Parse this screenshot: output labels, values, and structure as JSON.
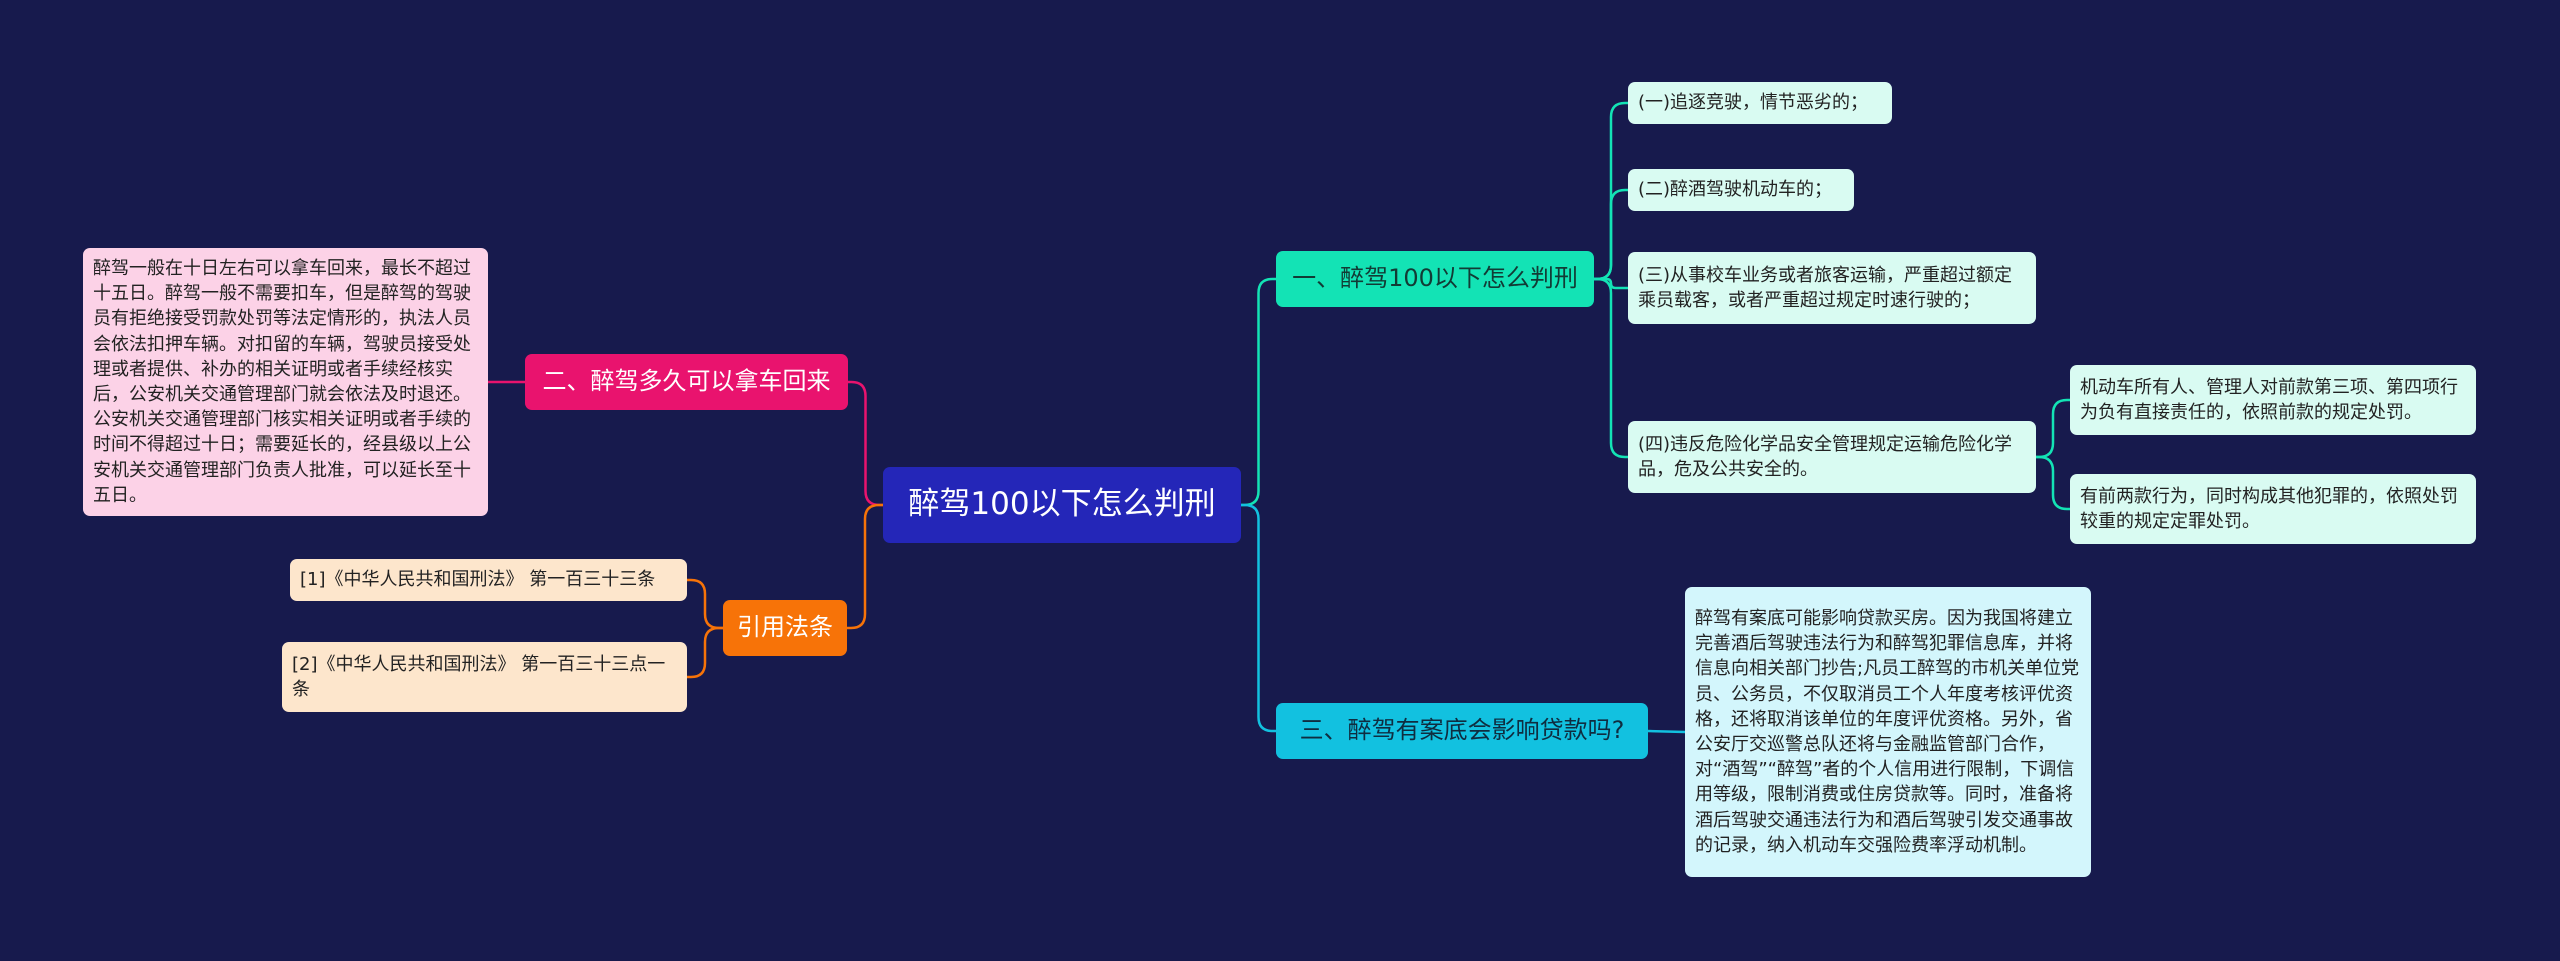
{
  "colors": {
    "background": "#171a4d",
    "root": "#2426b8",
    "branch_1": "#13e3b5",
    "branch_2": "#12c1e0",
    "branch_3": "#e9136e",
    "branch_4": "#f77308",
    "leaf_mint": "#d9fbf2",
    "leaf_cyan": "#d3f6fc",
    "leaf_pink": "#fcd2e7",
    "leaf_peach": "#fde6cc"
  },
  "root": {
    "label": "醉驾100以下怎么判刑"
  },
  "branch_1": {
    "label": "一、醉驾100以下怎么判刑",
    "items": [
      "(一)追逐竞驶，情节恶劣的；",
      "(二)醉酒驾驶机动车的；",
      "(三)从事校车业务或者旅客运输，严重超过额定乘员载客，或者严重超过规定时速行驶的；",
      "(四)违反危险化学品安全管理规定运输危险化学品，危及公共安全的。"
    ],
    "sub_items": [
      "机动车所有人、管理人对前款第三项、第四项行为负有直接责任的，依照前款的规定处罚。",
      "有前两款行为，同时构成其他犯罪的，依照处罚较重的规定定罪处罚。"
    ]
  },
  "branch_2": {
    "label": "三、醉驾有案底会影响贷款吗?",
    "text": "醉驾有案底可能影响贷款买房。因为我国将建立完善酒后驾驶违法行为和醉驾犯罪信息库，并将信息向相关部门抄告;凡员工醉驾的市机关单位党员、公务员，不仅取消员工个人年度考核评优资格，还将取消该单位的年度评优资格。另外，省公安厅交巡警总队还将与金融监管部门合作，对“酒驾”“醉驾”者的个人信用进行限制，下调信用等级，限制消费或住房贷款等。同时，准备将酒后驾驶交通违法行为和酒后驾驶引发交通事故的记录，纳入机动车交强险费率浮动机制。"
  },
  "branch_3": {
    "label": "二、醉驾多久可以拿车回来",
    "text": "醉驾一般在十日左右可以拿车回来，最长不超过十五日。醉驾一般不需要扣车，但是醉驾的驾驶员有拒绝接受罚款处罚等法定情形的，执法人员会依法扣押车辆。对扣留的车辆，驾驶员接受处理或者提供、补办的相关证明或者手续经核实后，公安机关交通管理部门就会依法及时退还。公安机关交通管理部门核实相关证明或者手续的时间不得超过十日；需要延长的，经县级以上公安机关交通管理部门负责人批准，可以延长至十五日。"
  },
  "branch_4": {
    "label": "引用法条",
    "items": [
      "[1]《中华人民共和国刑法》 第一百三十三条",
      "[2]《中华人民共和国刑法》 第一百三十三点一条"
    ]
  }
}
